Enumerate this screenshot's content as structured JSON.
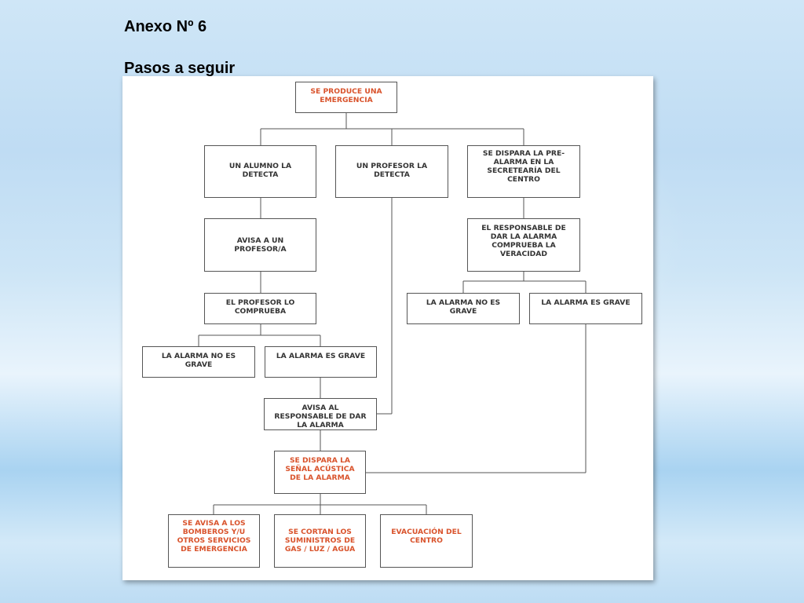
{
  "slide": {
    "title": "Anexo Nº 6",
    "subtitle": "Pasos a seguir"
  },
  "flowchart": {
    "colors": {
      "accent": "#d9532c",
      "text": "#333333",
      "line": "#555555"
    },
    "nodes": {
      "emergencia": "SE PRODUCE UNA EMERGENCIA",
      "alumno": "UN ALUMNO LA DETECTA",
      "profesor": "UN PROFESOR LA DETECTA",
      "prealarma": "SE DISPARA LA PRE-ALARMA EN LA SECRETEARÍA DEL CENTRO",
      "avisa_profesor": "AVISA A UN PROFESOR/A",
      "comprueba": "EL PROFESOR LO COMPRUEBA",
      "no_grave_1": "LA ALARMA NO ES GRAVE",
      "grave_1": "LA ALARMA ES GRAVE",
      "responsable": "EL RESPONSABLE DE DAR LA ALARMA COMPRUEBA LA VERACIDAD",
      "no_grave_2": "LA ALARMA NO ES GRAVE",
      "grave_2": "LA ALARMA ES GRAVE",
      "avisa_responsable": "AVISA AL RESPONSABLE DE DAR LA ALARMA",
      "senal": "SE DISPARA LA SEÑAL ACÚSTICA DE LA ALARMA",
      "bomberos": "SE AVISA A LOS BOMBEROS Y/U OTROS SERVICIOS DE EMERGENCIA",
      "suministros": "SE CORTAN LOS SUMINISTROS DE GAS / LUZ / AGUA",
      "evacuacion": "EVACUACIÓN DEL CENTRO"
    }
  }
}
